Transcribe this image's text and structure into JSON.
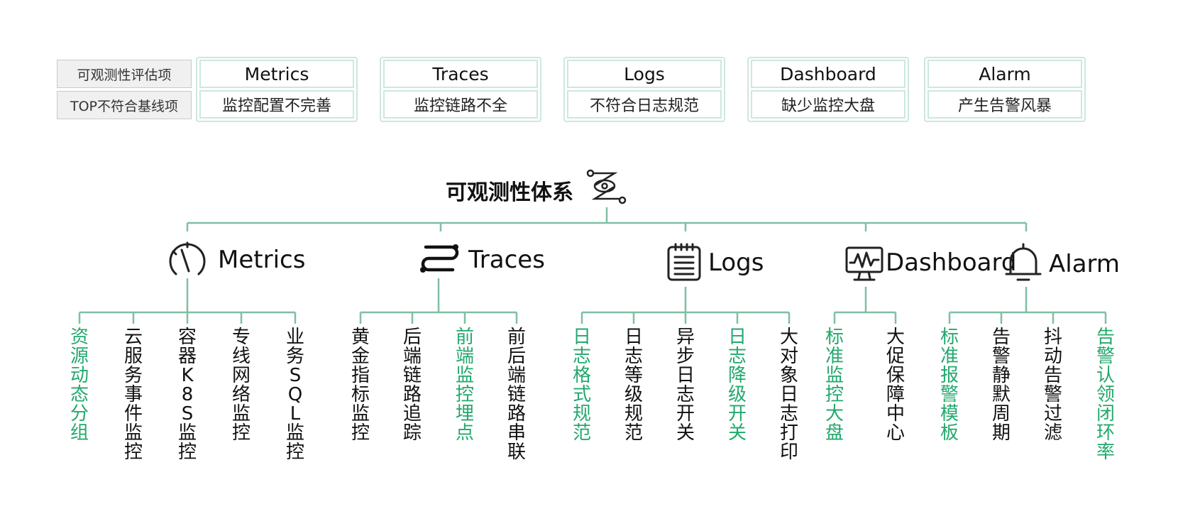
{
  "header": {
    "row1_label": "可观测性评估项",
    "row2_label": "TOP不符合基线项"
  },
  "categories": [
    {
      "name": "Metrics",
      "issue": "监控配置不完善"
    },
    {
      "name": "Traces",
      "issue": "监控链路不全"
    },
    {
      "name": "Logs",
      "issue": "不符合日志规范"
    },
    {
      "name": "Dashboard",
      "issue": "缺少监控大盘"
    },
    {
      "name": "Alarm",
      "issue": "产生告警风暴"
    }
  ],
  "tree": {
    "root": "可观测性体系",
    "root_icon": "observability-eye-icon",
    "branches": [
      {
        "label": "Metrics",
        "icon": "gauge-icon",
        "leaves": [
          {
            "text": "资源动态分组",
            "highlight": true
          },
          {
            "text": "云服务事件监控",
            "highlight": false
          },
          {
            "text": "容器K8S监控",
            "highlight": false
          },
          {
            "text": "专线网络监控",
            "highlight": false
          },
          {
            "text": "业务SQL监控",
            "highlight": false
          }
        ]
      },
      {
        "label": "Traces",
        "icon": "trace-path-icon",
        "leaves": [
          {
            "text": "黄金指标监控",
            "highlight": false
          },
          {
            "text": "后端链路追踪",
            "highlight": false
          },
          {
            "text": "前端监控埋点",
            "highlight": true
          },
          {
            "text": "前后端链路串联",
            "highlight": false
          }
        ]
      },
      {
        "label": "Logs",
        "icon": "clipboard-list-icon",
        "leaves": [
          {
            "text": "日志格式规范",
            "highlight": true
          },
          {
            "text": "日志等级规范",
            "highlight": false
          },
          {
            "text": "异步日志开关",
            "highlight": false
          },
          {
            "text": "日志降级开关",
            "highlight": true
          },
          {
            "text": "大对象日志打印",
            "highlight": false
          }
        ]
      },
      {
        "label": "Dashboard",
        "icon": "monitor-chart-icon",
        "leaves": [
          {
            "text": "标准监控大盘",
            "highlight": true
          },
          {
            "text": "大促保障中心",
            "highlight": false
          }
        ]
      },
      {
        "label": "Alarm",
        "icon": "bell-icon",
        "leaves": [
          {
            "text": "标准报警模板",
            "highlight": true
          },
          {
            "text": "告警静默周期",
            "highlight": false
          },
          {
            "text": "抖动告警过滤",
            "highlight": false
          },
          {
            "text": "告警认领闭环率",
            "highlight": true
          }
        ]
      }
    ]
  },
  "colors": {
    "accent": "#23a86d",
    "line": "#7fbfa3",
    "box_border": "#cde8dc"
  }
}
